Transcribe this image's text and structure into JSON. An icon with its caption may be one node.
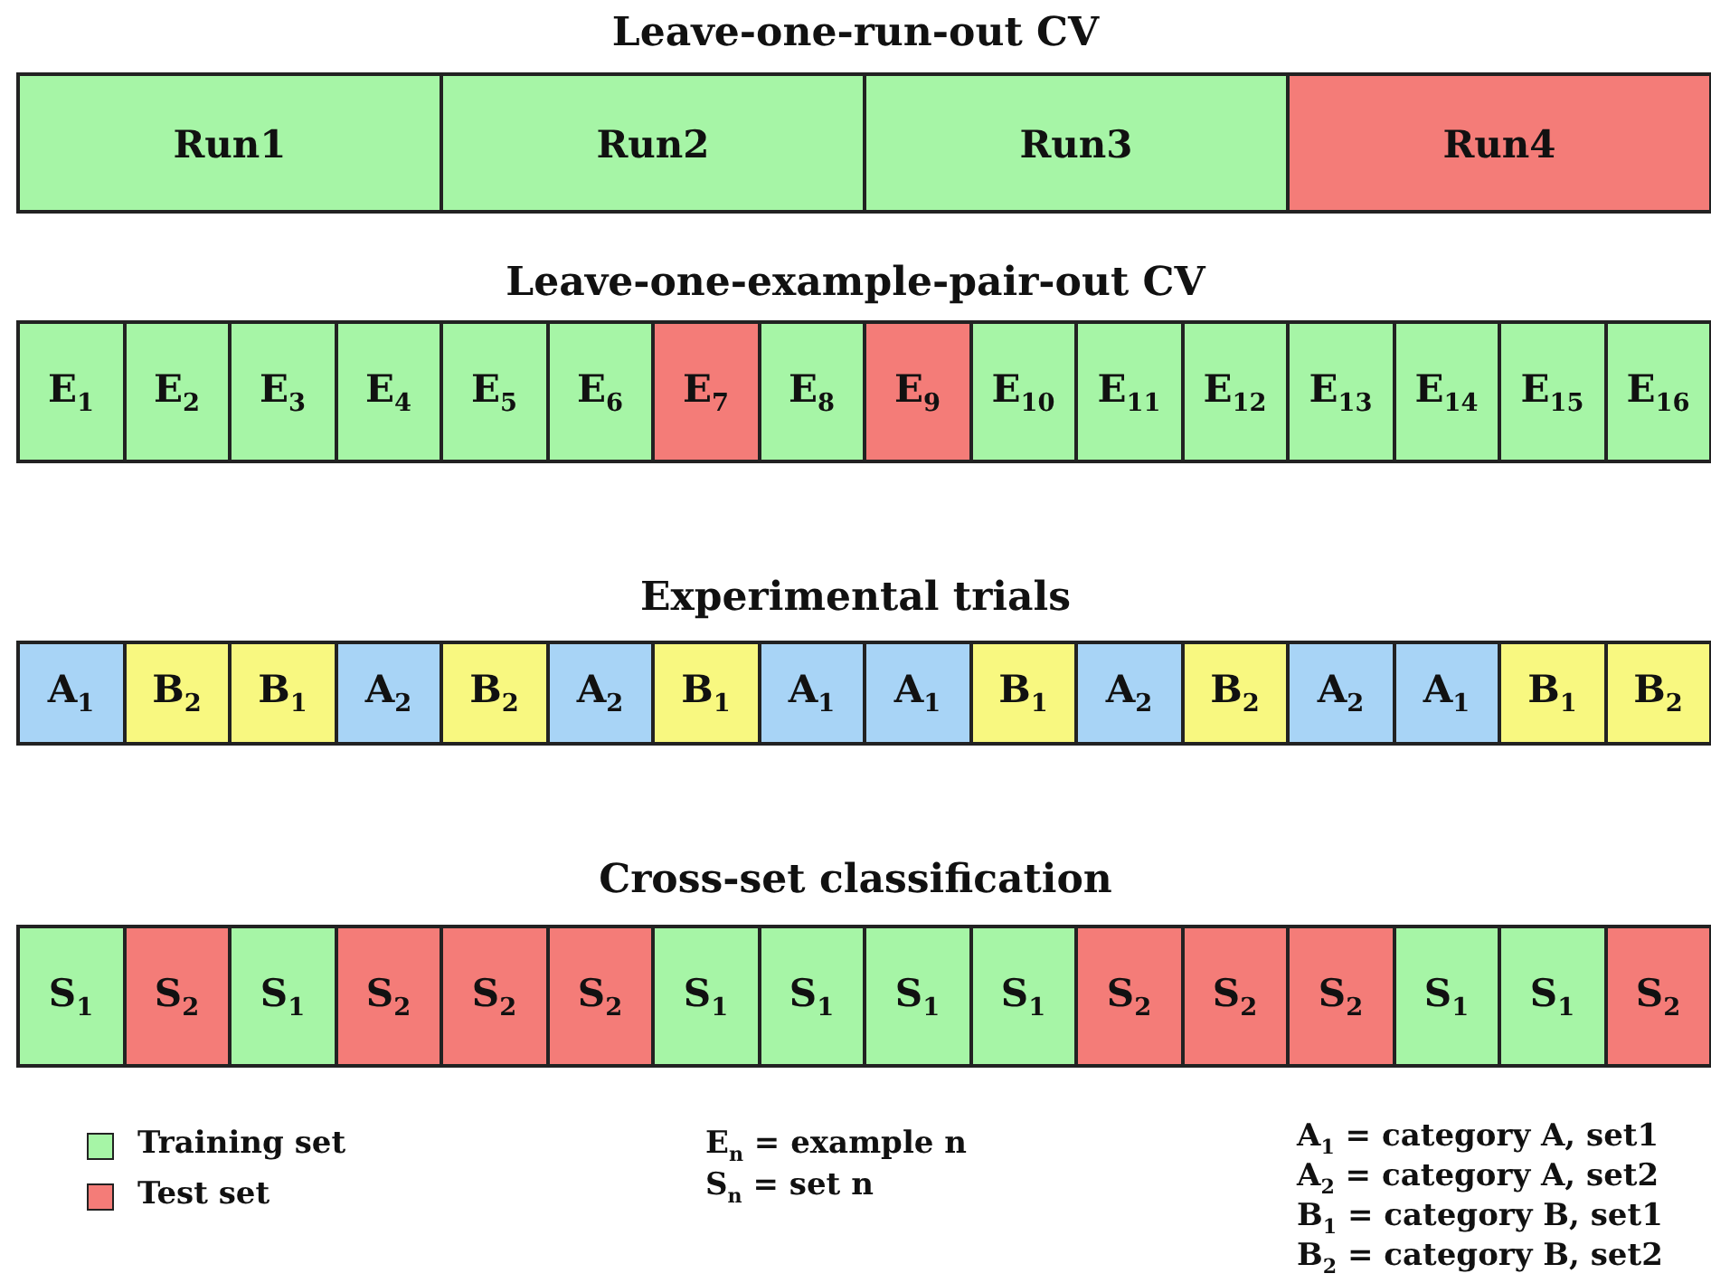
{
  "diagram": {
    "nodes": [
      {
        "text": [
          "Run1"
        ]
      },
      {
        "text": [
          "Run2"
        ]
      },
      {
        "text": [
          "Run3"
        ]
      },
      {
        "text": [
          "Run4"
        ]
      },
      {
        "text": [
          "E$_{1}$"
        ]
      },
      {
        "text": [
          "E$_{2}$"
        ]
      },
      {
        "text": [
          "E$_{3}$"
        ]
      },
      {
        "text": [
          "E$_{4}$"
        ]
      },
      {
        "text": [
          "E$_{5}$"
        ]
      },
      {
        "text": [
          "E$_{6}$"
        ]
      },
      {
        "text": [
          "E$_{7}$"
        ]
      },
      {
        "text": [
          "E$_{8}$"
        ]
      },
      {
        "text": [
          "E$_{9}$"
        ]
      },
      {
        "text": [
          "E$_{10}$"
        ]
      },
      {
        "text": [
          "E$_{11}$"
        ]
      },
      {
        "text": [
          "E$_{12}$"
        ]
      },
      {
        "text": [
          "E$_{13}$"
        ]
      },
      {
        "text": [
          "E$_{14}$"
        ]
      },
      {
        "text": [
          "E$_{15}$"
        ]
      },
      {
        "text": [
          "E$_{16}$"
        ]
      },
      {
        "text": [
          "A$_{1}$"
        ]
      },
      {
        "text": [
          "B$_{2}$"
        ]
      },
      {
        "text": [
          "B$_{1}$"
        ]
      },
      {
        "text": [
          "A$_{2}$"
        ]
      },
      {
        "text": [
          "B$_{2}$"
        ]
      },
      {
        "text": [
          "A$_{2}$"
        ]
      },
      {
        "text": [
          "B$_{1}$"
        ]
      },
      {
        "text": [
          "A$_{1}$"
        ]
      },
      {
        "text": [
          "A$_{1}$"
        ]
      },
      {
        "text": [
          "B$_{1}$"
        ]
      },
      {
        "text": [
          "A$_{2}$"
        ]
      },
      {
        "text": [
          "B$_{2}$"
        ]
      },
      {
        "text": [
          "A$_{2}$"
        ]
      },
      {
        "text": [
          "A$_{1}$"
        ]
      },
      {
        "text": [
          "B$_{1}$"
        ]
      },
      {
        "text": [
          "B$_{2}$"
        ]
      },
      {
        "text": [
          "S$_{1}$"
        ]
      },
      {
        "text": [
          "S$_{2}$"
        ]
      },
      {
        "text": [
          "S$_{1}$"
        ]
      },
      {
        "text": [
          "S$_{2}$"
        ]
      },
      {
        "text": [
          "S$_{2}$"
        ]
      },
      {
        "text": [
          "S$_{2}$"
        ]
      },
      {
        "text": [
          "S$_{1}$"
        ]
      },
      {
        "text": [
          "S$_{1}$"
        ]
      },
      {
        "text": [
          "S$_{1}$"
        ]
      },
      {
        "text": [
          "S$_{1}$"
        ]
      },
      {
        "text": [
          "S$_{2}$"
        ]
      },
      {
        "text": [
          "S$_{2}$"
        ]
      },
      {
        "text": [
          "S$_{2}$"
        ]
      },
      {
        "text": [
          "S$_{1}$"
        ]
      },
      {
        "text": [
          "S$_{1}$"
        ]
      },
      {
        "text": [
          "S$_{2}$"
        ]
      }
    ],
    "labels": [
      "Leave-one-run-out CV",
      "Leave-one-example-pair-out CV",
      "Experimental trials",
      "Cross-set classification",
      "E$_{n}$ = example n",
      "S$_{n}$ = set n",
      "A$_{1}$ = category A, set1",
      "A$_{2}$ = category A, set2",
      "B$_{1}$ = category B, set1",
      "B$_{2}$ = category B, set2"
    ],
    "legend": [
      {
        "text": "Training set",
        "color": "#a6f5a6"
      },
      {
        "text": "Test set",
        "color": "#f47c78"
      }
    ]
  }
}
